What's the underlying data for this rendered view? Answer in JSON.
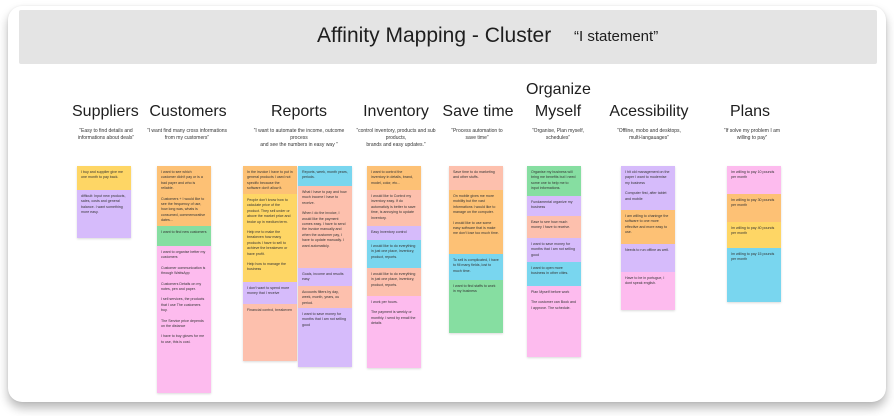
{
  "header": {
    "title": "Affinity Mapping - Cluster",
    "subtitle": "“I statement”"
  },
  "colors": {
    "yellow": "#fed665",
    "orange": "#fdc175",
    "green": "#86dea1",
    "pink": "#fdbbee",
    "purple": "#d6bbfb",
    "salmon": "#fdc0ad",
    "blue": "#79d6ef",
    "banner": "#e4e4e4"
  },
  "clusters": [
    {
      "title": "Suppliers",
      "quote": [
        "“Easy to find details and",
        "informations about deals”"
      ],
      "notes": [
        {
          "color": "yellow",
          "h": 24,
          "texts": [
            "I buy and supplier give me one month to pay back."
          ]
        },
        {
          "color": "purple",
          "h": 48,
          "texts": [
            "difficult: Input new products, sales, costs and general balance. I want something more easy."
          ]
        }
      ]
    },
    {
      "title": "Customers",
      "quote": [
        "“I want find many cross informations",
        "from my customers”"
      ],
      "notes": [
        {
          "color": "orange",
          "h": 60,
          "texts": [
            "I want to see which customer didn't pay or is a bad payer and who is reliable.",
            "Customers + I would like to see the frequency of use, how long was, whats is consumed, commemorative dates..."
          ]
        },
        {
          "color": "green",
          "h": 20,
          "texts": [
            "I want to find new customers"
          ]
        },
        {
          "color": "pink",
          "h": 147,
          "texts": [
            "I want to organise better my customers",
            "Customer communication is through WattsApp",
            "Customers Details on my notes, pen and paper.",
            "I sell services, the products that I use The customers buy.",
            "The Service price depends on the distance",
            "I have to buy gloves for me to use, this is cost."
          ]
        }
      ]
    },
    {
      "title": "Reports",
      "quote": [
        "“I want to automate the income, outcome",
        "process",
        "and see the numbers in easy way ”"
      ],
      "notes_left": [
        {
          "color": "orange",
          "h": 28,
          "texts": [
            "In the invoice I have to put in general products I used not specific because the software don't allow it."
          ]
        },
        {
          "color": "yellow",
          "h": 88,
          "texts": [
            "People don't know how to calculate price of the product. They sell under or above the market price and broke up in medium term.",
            "Help me to make the breakeven how many products I have to sell to achieve the breakeven or have profit.",
            "Help how to manage the business"
          ]
        },
        {
          "color": "purple",
          "h": 22,
          "texts": [
            "I don't want to spend more money that I receive"
          ]
        },
        {
          "color": "salmon",
          "h": 57,
          "texts": [
            "Financial control, breakeven"
          ]
        }
      ],
      "notes_right": [
        {
          "color": "blue",
          "h": 20,
          "texts": [
            "Reports, week, month years, periods."
          ]
        },
        {
          "color": "salmon",
          "h": 82,
          "texts": [
            "What I have to pay and how much income I have to receive.",
            "When I do the invoice, I would like the payment comes easy. I have to send the invoice manually and when the customer pay, I have to update manually. I want automaticly."
          ]
        },
        {
          "color": "purple",
          "h": 18,
          "texts": [
            "Goals, income and results easy"
          ]
        },
        {
          "color": "salmon",
          "h": 22,
          "texts": [
            "Accounts filters by day, week, month, years, ou period."
          ]
        },
        {
          "color": "purple",
          "h": 59,
          "texts": [
            "I want to save money for months that I am not selling good"
          ]
        }
      ]
    },
    {
      "title": "Inventory",
      "quote": [
        "“control inventory, products and sub",
        "products,",
        "brands and easy updates.”"
      ],
      "notes": [
        {
          "color": "orange",
          "h": 24,
          "texts": [
            "I want to control the inventory in details, brand, model, color, etc..."
          ]
        },
        {
          "color": "salmon",
          "h": 36,
          "texts": [
            "I would like to Control my inventory easy. If do automaticly is better to save time, is annoying to update Inventory."
          ]
        },
        {
          "color": "purple",
          "h": 14,
          "texts": [
            "Easy Inventory control"
          ]
        },
        {
          "color": "blue",
          "h": 28,
          "texts": [
            "I would like to do everything in just one place, inventory, product, reports."
          ]
        },
        {
          "color": "salmon",
          "h": 28,
          "texts": [
            "I would like to do everything in just one place, inventory, product, reports."
          ]
        },
        {
          "color": "pink",
          "h": 72,
          "texts": [
            "I work per hours.",
            "The payment is weekly or monthly. I send by email the details"
          ]
        }
      ]
    },
    {
      "title": "Save time",
      "quote": [
        "“Process automation to",
        "save time”"
      ],
      "notes": [
        {
          "color": "salmon",
          "h": 24,
          "texts": [
            "Save time to do marketing and other stuffs."
          ]
        },
        {
          "color": "orange",
          "h": 64,
          "texts": [
            "On mobile gives me more mobility but the vast informations I would like to manage on the computer.",
            "I would like to use some easy software that is make me don't lose too much time."
          ]
        },
        {
          "color": "blue",
          "h": 26,
          "texts": [
            "To sell is complicated, I have to fill many fields, lost to much time."
          ]
        },
        {
          "color": "green",
          "h": 53,
          "texts": [
            "I want to find staffs to work in my business"
          ]
        }
      ]
    },
    {
      "title": "Organize",
      "title2": "Myself",
      "quote": [
        "“Organise, Plan myself,",
        "schedules”"
      ],
      "notes": [
        {
          "color": "green",
          "h": 30,
          "texts": [
            "Organise my business will bring me benefits but I need some one to help me to input informations."
          ]
        },
        {
          "color": "purple",
          "h": 20,
          "texts": [
            "Fundamental organize my business"
          ]
        },
        {
          "color": "salmon",
          "h": 22,
          "texts": [
            "Ease to see how much money I have to receive."
          ]
        },
        {
          "color": "purple",
          "h": 24,
          "texts": [
            "I want to save money for months that I am not selling good"
          ]
        },
        {
          "color": "blue",
          "h": 24,
          "texts": [
            "I want to open more business in other cities."
          ]
        },
        {
          "color": "pink",
          "h": 71,
          "texts": [
            "Plan Myself before work",
            "The customer can Book and I approve. The schedule."
          ]
        }
      ]
    },
    {
      "title": "Acessibility",
      "quote": [
        "“Offline, mobo and desktops,",
        "multi-langauages”"
      ],
      "notes": [
        {
          "color": "purple",
          "h": 44,
          "texts": [
            "I hit old management on the paper I want to modernise my business",
            "Computer first, after tablet and mobile"
          ]
        },
        {
          "color": "orange",
          "h": 34,
          "texts": [
            "I am willing to chaninge the software to one more effective and more easy to use."
          ]
        },
        {
          "color": "purple",
          "h": 28,
          "texts": [
            "Needs to run offline as well."
          ]
        },
        {
          "color": "pink",
          "h": 38,
          "texts": [
            "Have to be in portugue, I dont speak english."
          ]
        }
      ]
    },
    {
      "title": "Plans",
      "quote": [
        "“If solve my problem I am",
        "willing to pay”"
      ],
      "notes": [
        {
          "color": "pink",
          "h": 28,
          "texts": [
            "Im willing to pay 10 pounds per month"
          ]
        },
        {
          "color": "orange",
          "h": 28,
          "texts": [
            "Im willing to pay 30 pounds per month"
          ]
        },
        {
          "color": "yellow",
          "h": 26,
          "texts": [
            "Im willing to pay 40 pounds per month"
          ]
        },
        {
          "color": "blue",
          "h": 54,
          "texts": [
            "Im willing to pay 15 pounds per month"
          ]
        }
      ]
    }
  ]
}
